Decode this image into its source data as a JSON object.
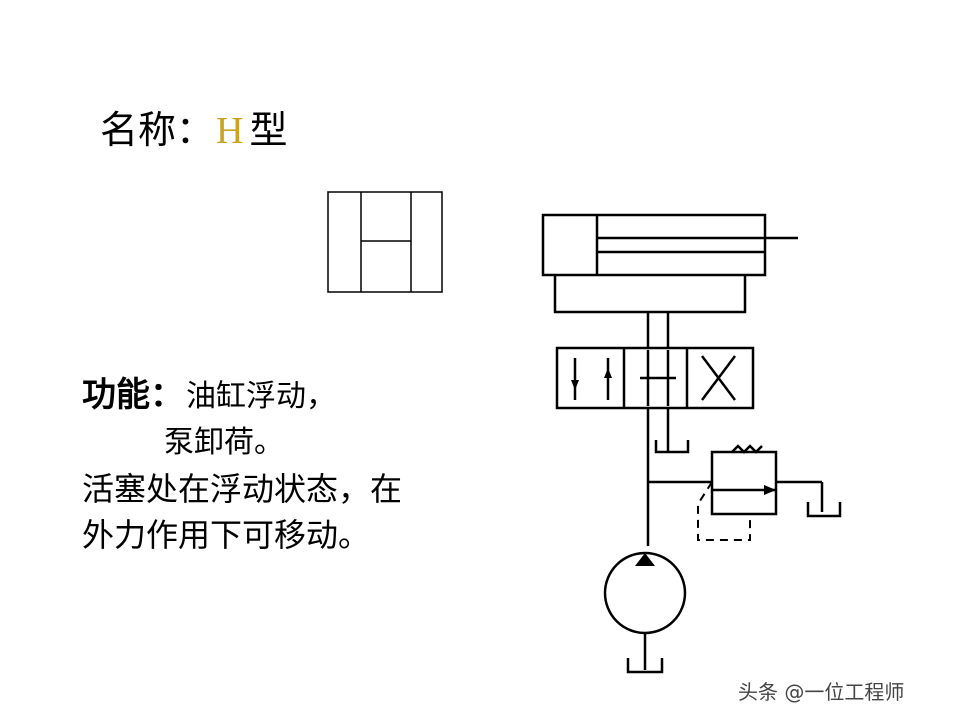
{
  "title": {
    "prefix": "名称：",
    "type_letter": "H",
    "suffix": "型"
  },
  "function": {
    "label": "功能",
    "colon": "：",
    "line1": "油缸浮动，",
    "line2": "泵卸荷。",
    "line3": "活塞处在浮动状态，在",
    "line4": "外力作用下可移动。"
  },
  "watermark": "头条 @一位工程师",
  "colors": {
    "type_letter": "#c9a227",
    "line": "#000000"
  }
}
